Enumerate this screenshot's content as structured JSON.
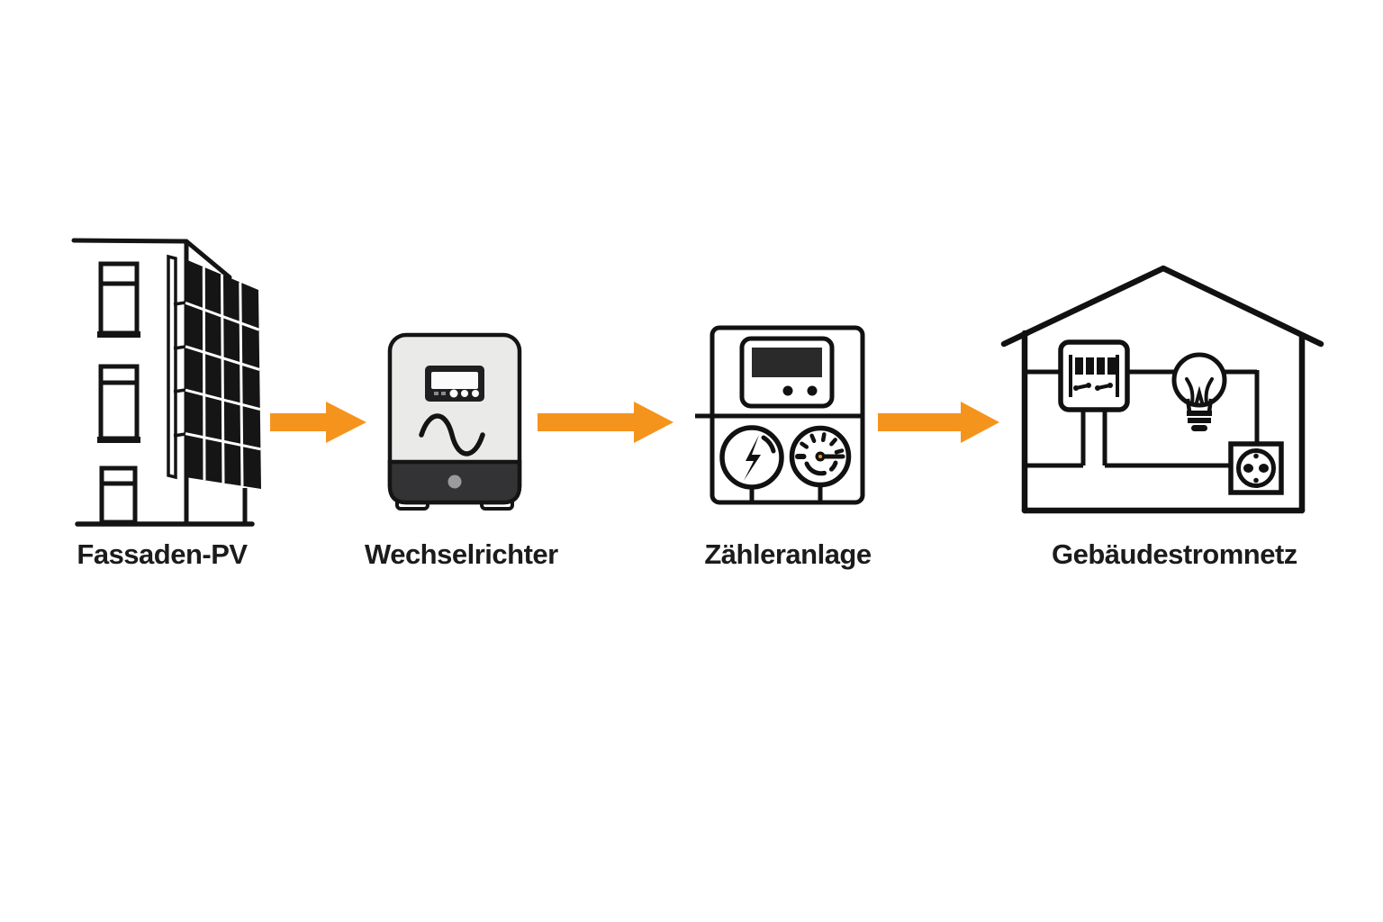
{
  "figure": {
    "background_color": "#ffffff",
    "accent_color": "#F5941D",
    "line_color": "#111111"
  },
  "stages": [
    {
      "label": "Fassaden-PV",
      "icon": "facade-pv-building-icon"
    },
    {
      "label": "Wechselrichter",
      "icon": "inverter-icon"
    },
    {
      "label": "Zähleranlage",
      "icon": "electric-meter-icon"
    },
    {
      "label": "Gebäudestromnetz",
      "icon": "house-grid-icon"
    }
  ],
  "connectors": [
    {
      "type": "arrow-right"
    },
    {
      "type": "arrow-right"
    },
    {
      "type": "arrow-right"
    }
  ]
}
